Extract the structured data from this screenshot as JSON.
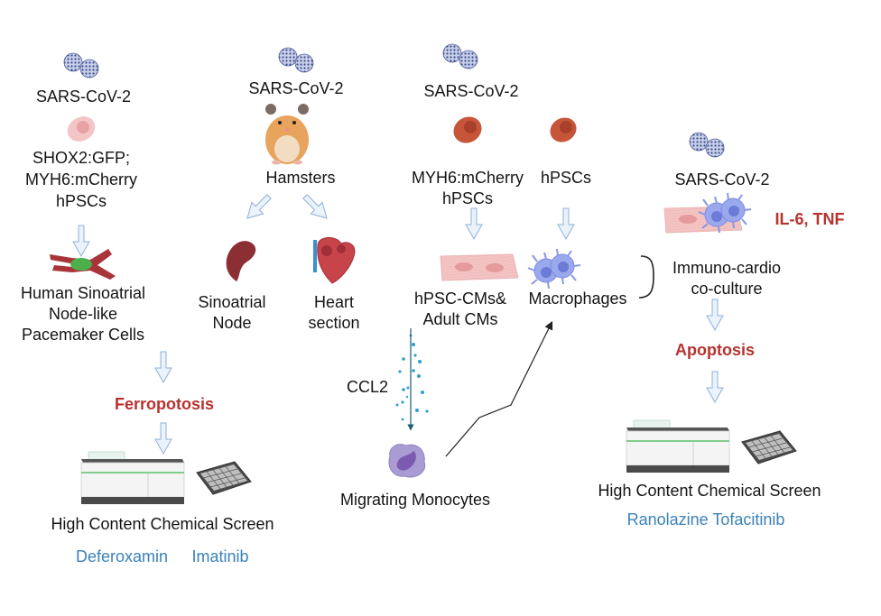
{
  "panel1": {
    "virus_label": "SARS-CoV-2",
    "cell_label": [
      "SHOX2:GFP;",
      "MYH6:mCherry",
      "hPSCs"
    ],
    "derived_label": [
      "Human Sinoatrial",
      "Node-like",
      "Pacemaker Cells"
    ],
    "outcome": "Ferropotosis",
    "screen_label": "High Content Chemical Screen",
    "drugs": [
      "Deferoxamin",
      "Imatinib"
    ]
  },
  "panel2": {
    "virus_label": "SARS-CoV-2",
    "model_label": "Hamsters",
    "left_label": [
      "Sinoatrial",
      "Node"
    ],
    "right_label": [
      "Heart",
      "section"
    ]
  },
  "panel3": {
    "virus_label": "SARS-CoV-2",
    "cell_left_label": [
      "MYH6:mCherry",
      "hPSCs"
    ],
    "cell_right_label": "hPSCs",
    "derived_left_label": [
      "hPSC-CMs&",
      "Adult CMs"
    ],
    "derived_right_label": "Macrophages",
    "chemokine_label": "CCL2",
    "monocyte_label": "Migrating Monocytes"
  },
  "panel4": {
    "virus_label": "SARS-CoV-2",
    "cytokines": "IL-6, TNF",
    "coculture_label": [
      "Immuno-cardio",
      "co-culture"
    ],
    "outcome": "Apoptosis",
    "screen_label": "High Content Chemical Screen",
    "drugs": "Ranolazine Tofacitinib"
  },
  "colors": {
    "outcome_red": "#b8322e",
    "drug_blue": "#3b82b8",
    "arrow_fill": "#eaf2fb",
    "arrow_stroke": "#8fb1d8"
  }
}
